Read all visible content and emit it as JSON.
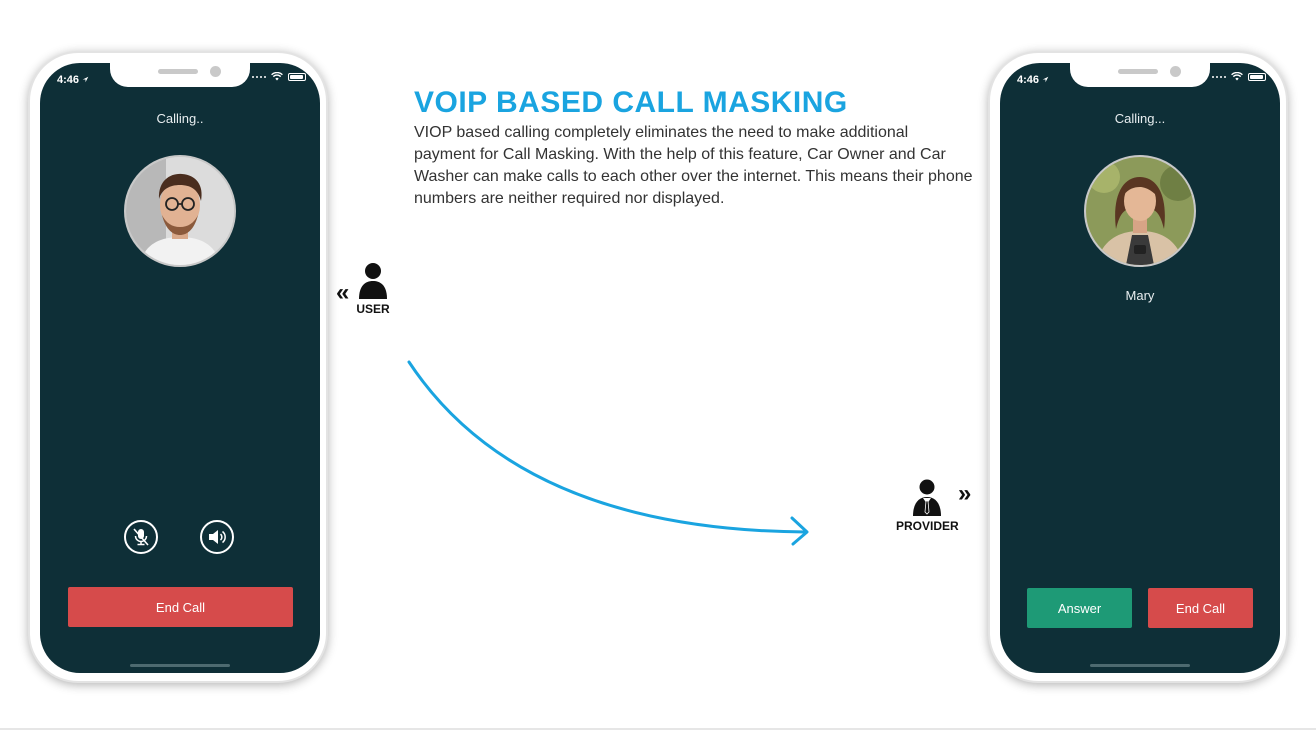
{
  "headline": "VOIP BASED CALL MASKING",
  "description": "VIOP based calling completely eliminates the need to make additional payment for Call Masking. With the help of this feature, Car Owner and Car Washer can make calls to each other over the internet. This means their phone numbers are neither required nor displayed.",
  "left_phone": {
    "time": "4:46",
    "status": "Calling..",
    "end_call_label": "End Call",
    "icons": [
      "location-arrow-icon",
      "signal-icon",
      "wifi-icon",
      "battery-icon",
      "mute-microphone-icon",
      "speaker-icon"
    ]
  },
  "right_phone": {
    "time": "4:46",
    "status": "Calling...",
    "caller_name": "Mary",
    "answer_label": "Answer",
    "end_call_label": "End Call"
  },
  "roles": {
    "user_label": "USER",
    "provider_label": "PROVIDER"
  },
  "colors": {
    "accent": "#1aa4e0",
    "screen_bg": "#0e2f37",
    "end_call": "#d64b4b",
    "answer": "#1e9a76"
  }
}
